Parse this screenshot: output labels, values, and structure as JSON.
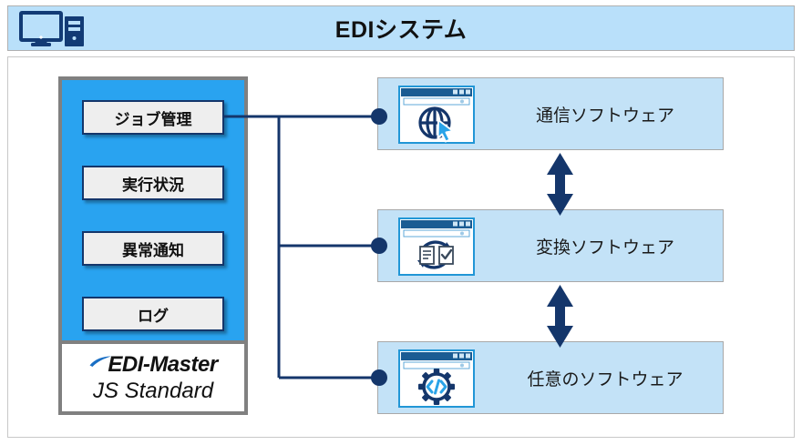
{
  "header": {
    "title": "EDIシステム",
    "icon": "desktop-computer-icon",
    "background_color": "#b9e0fa",
    "border_color": "#b0b0b0"
  },
  "product_panel": {
    "panel_color": "#29a3f0",
    "frame_color": "#808080",
    "menu_items": [
      {
        "label": "ジョブ管理"
      },
      {
        "label": "実行状況"
      },
      {
        "label": "異常通知"
      },
      {
        "label": "ログ"
      }
    ],
    "logo": {
      "line1": "EDI-Master",
      "line2": "JS Standard",
      "swoosh_color": "#1a6fc4",
      "text_color": "#111111"
    }
  },
  "software_boxes": [
    {
      "label": "通信ソフトウェア",
      "icon": "globe-browser-window-icon",
      "background_color": "#c3e2f7"
    },
    {
      "label": "変換ソフトウェア",
      "icon": "convert-sync-browser-window-icon",
      "background_color": "#c3e2f7"
    },
    {
      "label": "任意のソフトウェア",
      "icon": "gear-code-browser-window-icon",
      "background_color": "#c3e2f7"
    }
  ],
  "connectors": {
    "line_color": "#14366b",
    "node_color": "#14366b",
    "source_item": "ジョブ管理",
    "targets": [
      "通信ソフトウェア",
      "変換ソフトウェア",
      "任意のソフトウェア"
    ]
  },
  "vertical_arrows": [
    {
      "between": [
        "通信ソフトウェア",
        "変換ソフトウェア"
      ],
      "direction": "bidirectional",
      "color": "#14366b"
    },
    {
      "between": [
        "変換ソフトウェア",
        "任意のソフトウェア"
      ],
      "direction": "bidirectional",
      "color": "#14366b"
    }
  ]
}
